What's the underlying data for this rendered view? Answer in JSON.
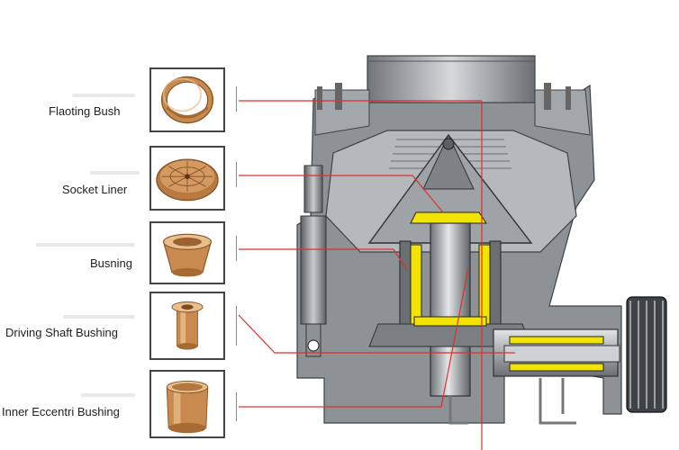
{
  "parts": [
    {
      "label": "Flaoting Bush",
      "icon": "floating-bush-ring"
    },
    {
      "label": "Socket Liner",
      "icon": "socket-liner-disc"
    },
    {
      "label": "Busning",
      "icon": "flanged-bushing"
    },
    {
      "label": "Driving  Shaft Bushing",
      "icon": "shaft-bushing"
    },
    {
      "label": "Inner Eccentri Bushing",
      "icon": "eccentric-bushing"
    }
  ],
  "colors": {
    "bronze": "#c98a4f",
    "bronze_dark": "#8a5526",
    "bronze_light": "#e9bf8f",
    "leader": "#e0302c",
    "liner": "#f2e400",
    "metal": "#8d9296",
    "metal_dark": "#4b4f53",
    "metal_light": "#c9ccce"
  }
}
